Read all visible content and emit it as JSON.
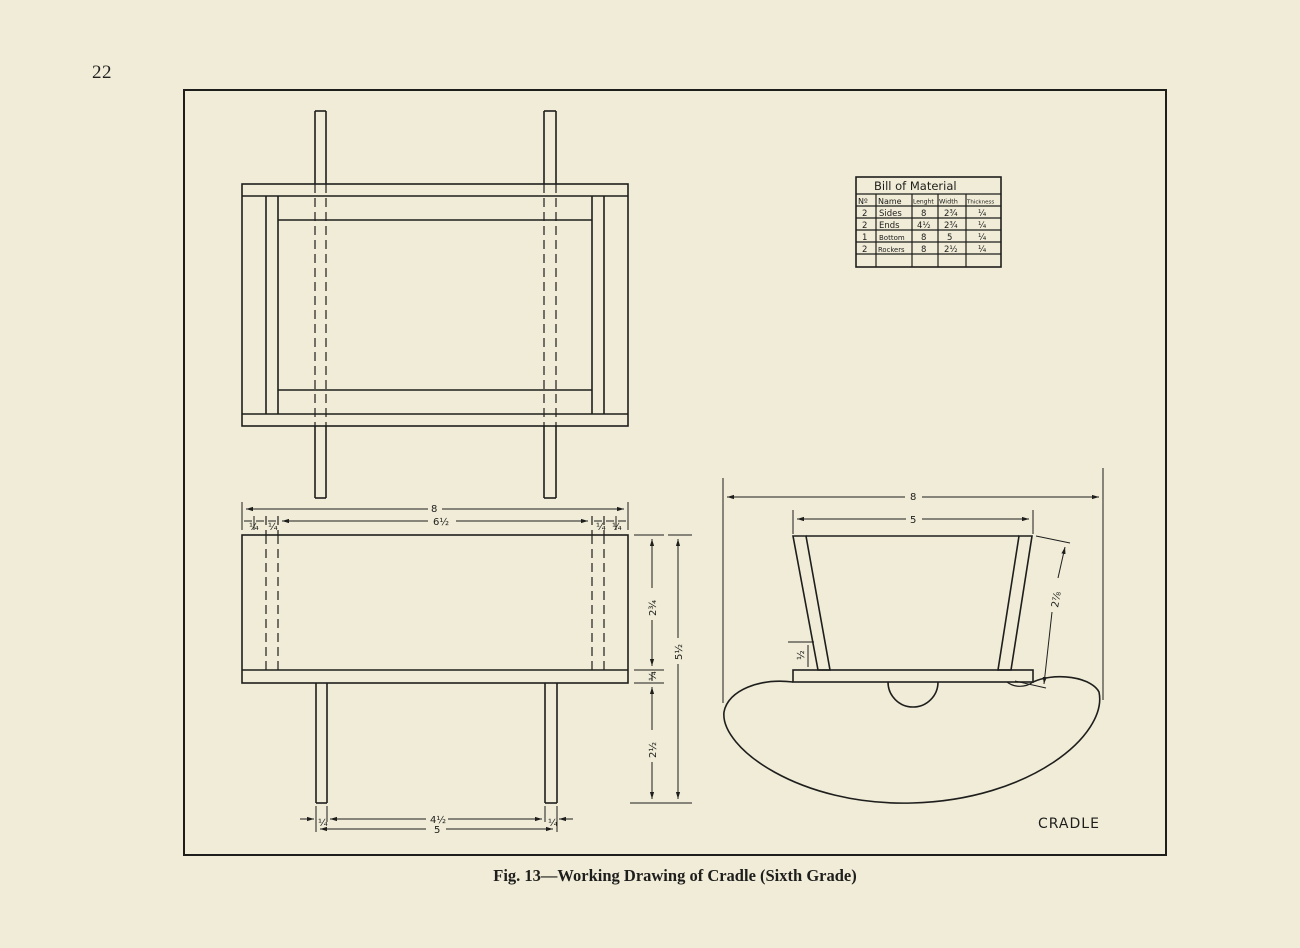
{
  "page": {
    "number": "22"
  },
  "figure": {
    "caption": "Fig. 13—Working Drawing of Cradle (Sixth Grade)",
    "title_block": "CRADLE"
  },
  "bill_of_material": {
    "title": "Bill of Material",
    "headers": [
      "Nº",
      "Name",
      "Lenght",
      "Width",
      "Thickness"
    ],
    "rows": [
      [
        "2",
        "Sides",
        "8",
        "2¾",
        "¼"
      ],
      [
        "2",
        "Ends",
        "4½",
        "2¾",
        "¼"
      ],
      [
        "1",
        "Bottom",
        "8",
        "5",
        "¼"
      ],
      [
        "2",
        "Rockers",
        "8",
        "2½",
        "¼"
      ]
    ]
  },
  "dimensions": {
    "side_view": {
      "overall_length": "8",
      "inner_length": "6½",
      "left_end": "¼",
      "left_inset": "¼",
      "right_inset": "¼",
      "right_end": "¼",
      "side_height": "2¾",
      "bottom_thickness": "¼",
      "overall_height": "5½",
      "rocker_height": "2½",
      "rocker_spacing": "4½",
      "rocker_thickness_left": "¼",
      "rocker_thickness_right": "¼",
      "rocker_outer": "5"
    },
    "end_view": {
      "overall_width": "8",
      "top_width": "5",
      "slant_length": "2⅞",
      "bottom_inset": "½"
    }
  }
}
